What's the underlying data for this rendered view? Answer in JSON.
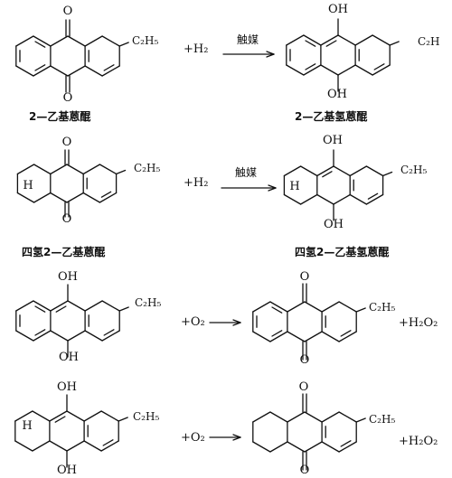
{
  "reactions": [
    {
      "plus_reagent": "+H₂",
      "catalyst": "触媒",
      "reactant_label": "2—乙基蒽醌",
      "product_label": "2—乙基氢蒽醌",
      "reactant_substituent": "C₂H₅",
      "reactant_top": "O",
      "reactant_bottom": "O",
      "product_substituent": "C₂H",
      "product_top": "OH",
      "product_bottom": "OH"
    },
    {
      "plus_reagent": "+H₂",
      "catalyst": "触媒",
      "reactant_label": "四氢2—乙基蒽醌",
      "product_label": "四氢2—乙基氢蒽醌",
      "reactant_substituent": "C₂H₅",
      "reactant_top": "O",
      "reactant_bottom": "O",
      "reactant_ring_letter": "H",
      "product_substituent": "C₂H₅",
      "product_top": "OH",
      "product_bottom": "OH",
      "product_ring_letter": "H"
    },
    {
      "plus_reagent": "+O₂",
      "byproduct": "+H₂O₂",
      "reactant_substituent": "C₂H₅",
      "reactant_top": "OH",
      "reactant_bottom": "OH",
      "product_substituent": "C₂H₅",
      "product_top": "O",
      "product_bottom": "O"
    },
    {
      "plus_reagent": "+O₂",
      "byproduct": "+H₂O₂",
      "reactant_substituent": "C₂H₅",
      "reactant_top": "OH",
      "reactant_bottom": "OH",
      "reactant_ring_letter": "H",
      "product_substituent": "C₂H₅",
      "product_top": "O",
      "product_bottom": "O"
    }
  ]
}
